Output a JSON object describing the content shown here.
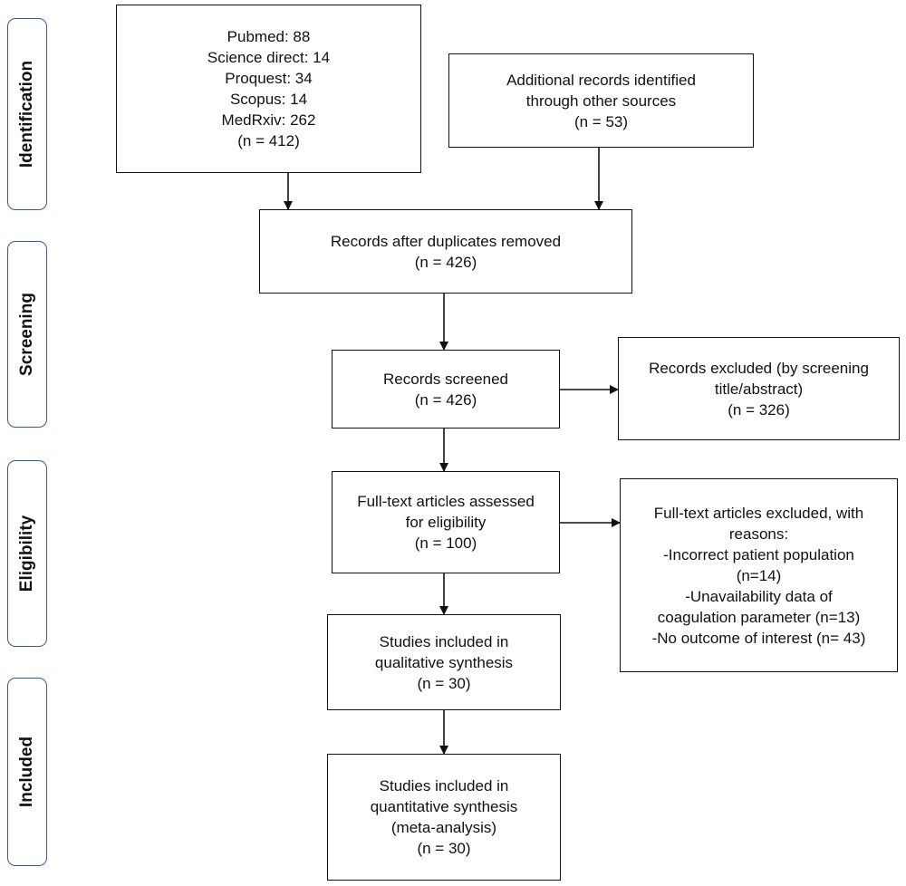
{
  "stages": {
    "identification": "Identification",
    "screening": "Screening",
    "eligibility": "Eligibility",
    "included": "Included"
  },
  "boxes": {
    "databases": [
      "Pubmed: 88",
      "Science direct: 14",
      "Proquest: 34",
      "Scopus: 14",
      "MedRxiv: 262",
      "(n = 412)"
    ],
    "other_sources": [
      "Additional records identified",
      "through other sources",
      "(n = 53)"
    ],
    "duplicates_removed": [
      "Records after duplicates removed",
      "(n = 426)"
    ],
    "screened": [
      "Records screened",
      "(n = 426)"
    ],
    "excluded_screening": [
      "Records excluded (by screening",
      "title/abstract)",
      "(n = 326)"
    ],
    "full_text_assessed": [
      "Full-text articles assessed",
      "for eligibility",
      "(n = 100)"
    ],
    "full_text_excluded": [
      "Full-text articles excluded, with",
      "reasons:",
      "-Incorrect patient population",
      "(n=14)",
      "-Unavailability data of",
      "coagulation parameter (n=13)",
      "-No outcome of interest (n= 43)"
    ],
    "qualitative": [
      "Studies included in",
      "qualitative synthesis",
      "(n = 30)"
    ],
    "quantitative": [
      "Studies included in",
      "quantitative synthesis",
      "(meta-analysis)",
      "(n = 30)"
    ]
  }
}
